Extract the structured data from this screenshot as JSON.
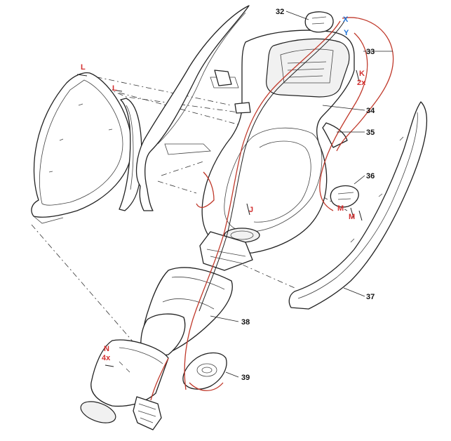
{
  "callouts": {
    "n32": "32",
    "n33": "33",
    "n34": "34",
    "n35": "35",
    "n36": "36",
    "n37": "37",
    "n38": "38",
    "n39": "39"
  },
  "letters": {
    "X": "X",
    "Y": "Y",
    "K": "K",
    "K_qty": "2x",
    "L_top": "L",
    "L_mid": "L",
    "J": "J",
    "M_upper": "M",
    "M_lower": "M",
    "N": "N",
    "N_qty": "4x"
  },
  "colors": {
    "red_label": "#d32f2f",
    "blue_label": "#1e73d8",
    "wire_red": "#c0392b",
    "line": "#222222"
  }
}
